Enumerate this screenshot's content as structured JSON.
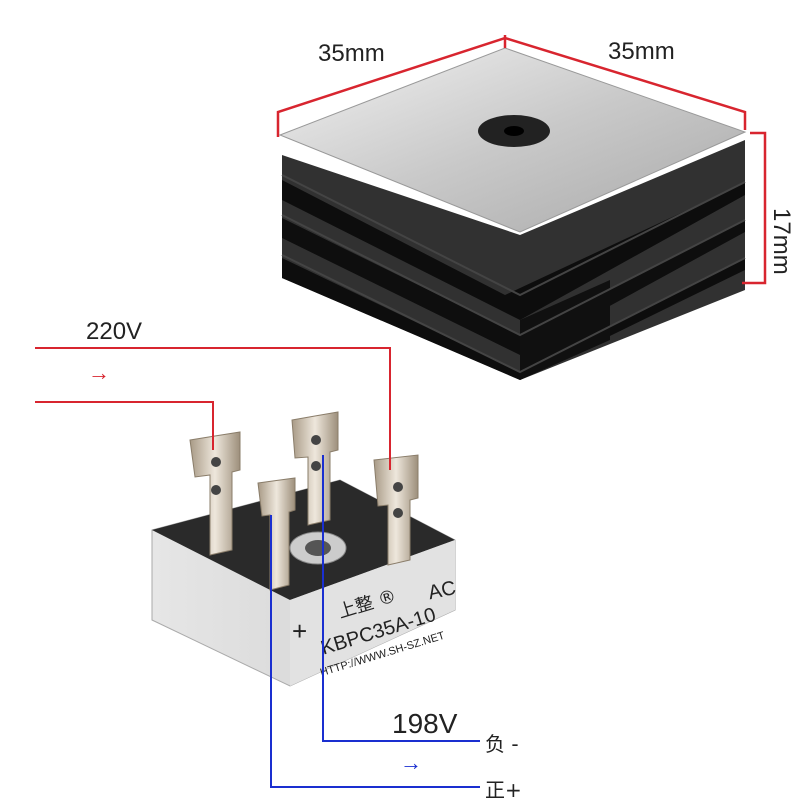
{
  "heatsink": {
    "width_label_left": "35mm",
    "width_label_right": "35mm",
    "height_label": "17mm"
  },
  "wiring": {
    "input_voltage": "220V",
    "output_voltage": "198V",
    "negative_label": "负 -",
    "positive_label": "正+",
    "arrow": "→"
  },
  "bridge": {
    "brand": "上整 ®",
    "model": "KBPC35A-10",
    "url": "HTTP://WWW.SH-SZ.NET",
    "plus_mark": "+",
    "ac_mark": "AC"
  },
  "colors": {
    "dimension_line": "#d8252f",
    "ac_line": "#d8252f",
    "dc_line": "#1a2fd0"
  }
}
